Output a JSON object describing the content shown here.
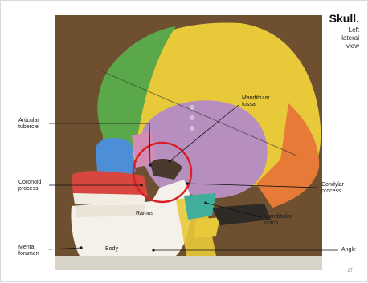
{
  "slide": {
    "title": "Skull.",
    "subtitle": "Left\nlateral\nview",
    "page_number": "27"
  },
  "labels": {
    "mandibular_fossa": "Mandibular\nfossa",
    "articular_tubercle": "Articular\ntubercle",
    "coronoid_process": "Coronoid\nprocess",
    "condylar_process": "Condylar\nprocess",
    "ramus": "Ramus",
    "mandibular_notch": "Mandibular\nnotch",
    "mental_foramen": "Mental\nforamen",
    "body": "Body",
    "angle": "Angle"
  },
  "colors": {
    "parietal": "#e8c93a",
    "frontal": "#5aa84a",
    "temporal": "#b68fbf",
    "occipital": "#e67a36",
    "zygomatic": "#4d8fd6",
    "maxilla": "#d8473f",
    "mandible": "#f4f1ea",
    "highlight_circle": "#d81e26",
    "background_photo": "#7a5a38"
  }
}
